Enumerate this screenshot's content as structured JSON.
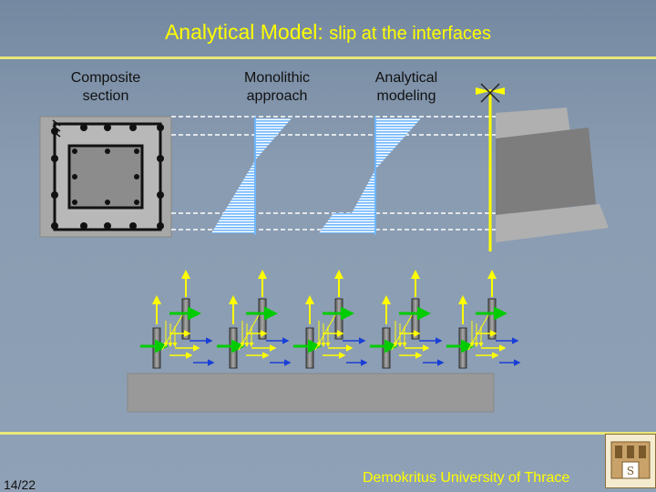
{
  "slide": {
    "title_main": "Analytical Model:",
    "title_sub": "slip at the interfaces",
    "columns": [
      {
        "label_line1": "Composite",
        "label_line2": "section"
      },
      {
        "label_line1": "Monolithic",
        "label_line2": "approach"
      },
      {
        "label_line1": "Analytical",
        "label_line2": "modeling"
      }
    ],
    "page_number": "14/22",
    "footer_text": "Demokritus University of Thrace"
  },
  "colors": {
    "title": "#ffff00",
    "accent_line": "#e8e87a",
    "stress_fill": "#6fb6ff",
    "arrow_yellow": "#ffff00",
    "arrow_green": "#00cc00",
    "arrow_blue": "#1a3fd6"
  },
  "icons": [
    "column-section-icon",
    "university-logo-icon"
  ]
}
